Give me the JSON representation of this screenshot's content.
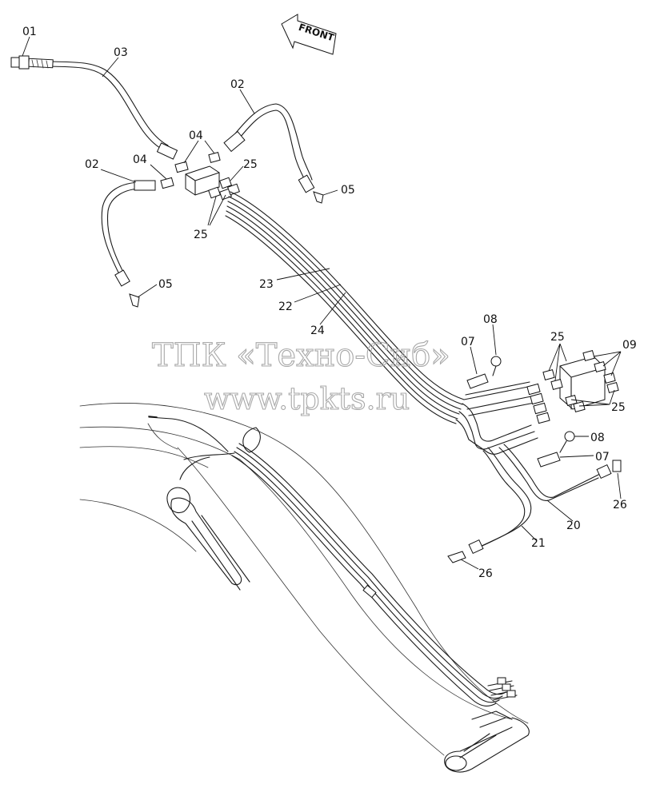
{
  "diagram": {
    "front_label": "FRONT",
    "watermark": {
      "line1": "ТПК «Техно-Сиб»",
      "line2": "www.tpkts.ru"
    },
    "callouts": [
      {
        "id": "c-01",
        "text": "01"
      },
      {
        "id": "c-03",
        "text": "03"
      },
      {
        "id": "c-02a",
        "text": "02"
      },
      {
        "id": "c-04a",
        "text": "04"
      },
      {
        "id": "c-02b",
        "text": "02"
      },
      {
        "id": "c-04b",
        "text": "04"
      },
      {
        "id": "c-25a",
        "text": "25"
      },
      {
        "id": "c-05a",
        "text": "05"
      },
      {
        "id": "c-25b",
        "text": "25"
      },
      {
        "id": "c-05b",
        "text": "05"
      },
      {
        "id": "c-23",
        "text": "23"
      },
      {
        "id": "c-22",
        "text": "22"
      },
      {
        "id": "c-24",
        "text": "24"
      },
      {
        "id": "c-08a",
        "text": "08"
      },
      {
        "id": "c-07a",
        "text": "07"
      },
      {
        "id": "c-25c",
        "text": "25"
      },
      {
        "id": "c-09",
        "text": "09"
      },
      {
        "id": "c-25d",
        "text": "25"
      },
      {
        "id": "c-08b",
        "text": "08"
      },
      {
        "id": "c-07b",
        "text": "07"
      },
      {
        "id": "c-26a",
        "text": "26"
      },
      {
        "id": "c-20",
        "text": "20"
      },
      {
        "id": "c-21",
        "text": "21"
      },
      {
        "id": "c-26b",
        "text": "26"
      }
    ]
  }
}
